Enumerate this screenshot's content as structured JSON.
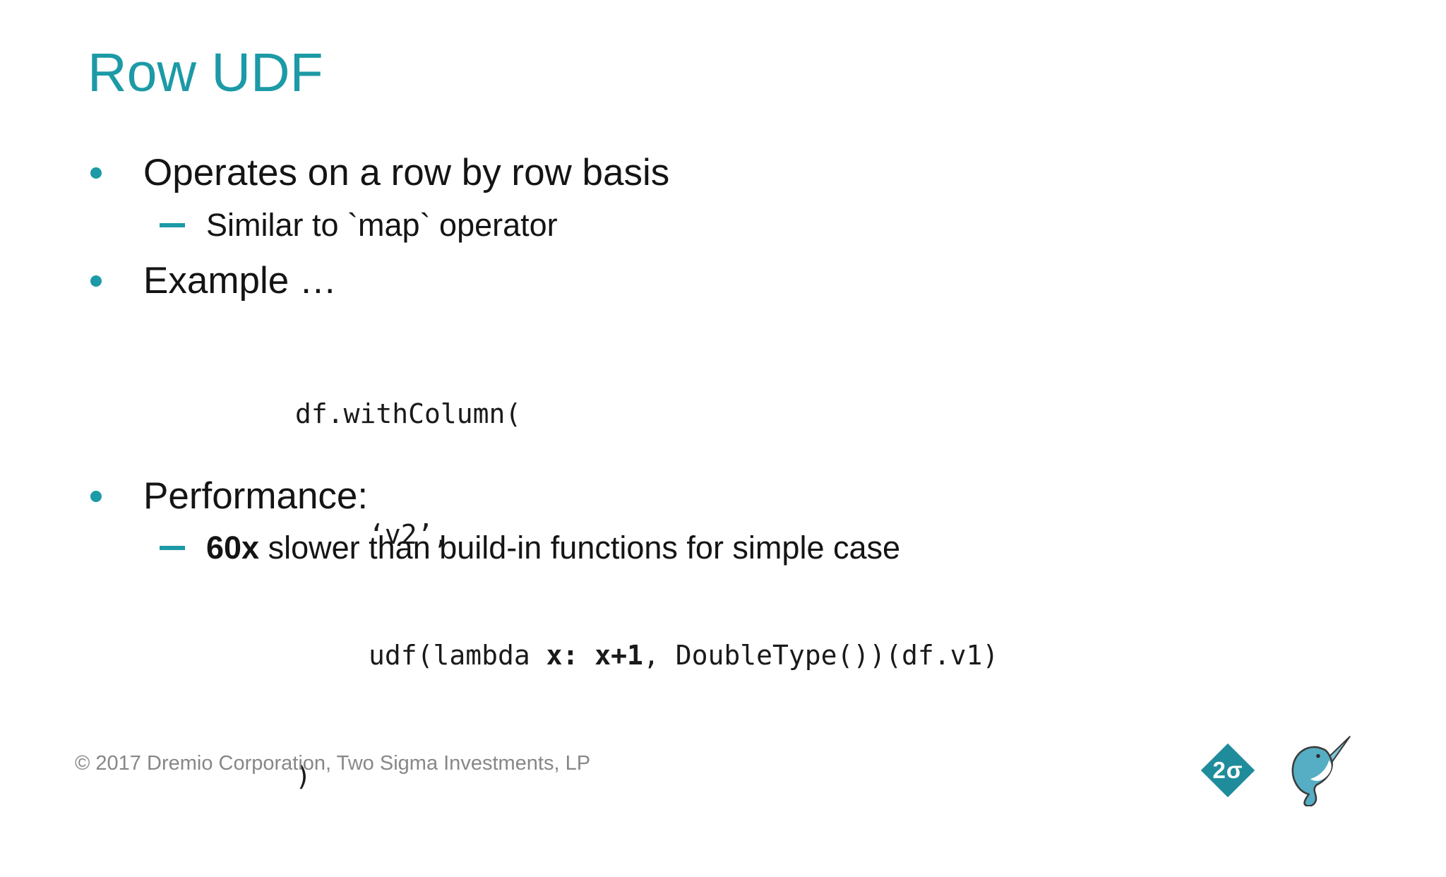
{
  "slide": {
    "title": "Row UDF",
    "bullets": {
      "b1": "Operates on a row by row basis",
      "s1": "Similar to `map` operator",
      "b2": "Example …",
      "b3": "Performance:",
      "s2_bold": "60x",
      "s2_rest": " slower than build-in functions for simple case"
    },
    "code": {
      "line1": "df.withColumn(",
      "line2": "‘v2’,",
      "line3_pre": "udf(lambda ",
      "line3_bold": "x: x+1",
      "line3_post": ", DoubleType())(df.v1)",
      "line4": ")"
    },
    "footer": "© 2017 Dremio Corporation, Two Sigma Investments, LP",
    "logos": {
      "two_sigma_label": "2σ",
      "narwhal": "narwhal-mascot"
    },
    "colors": {
      "accent_teal": "#1C9AA6",
      "diamond_teal": "#1F8C9B",
      "narwhal_teal": "#55AEC3",
      "body_text": "#141414",
      "footer_gray": "#878787"
    }
  }
}
